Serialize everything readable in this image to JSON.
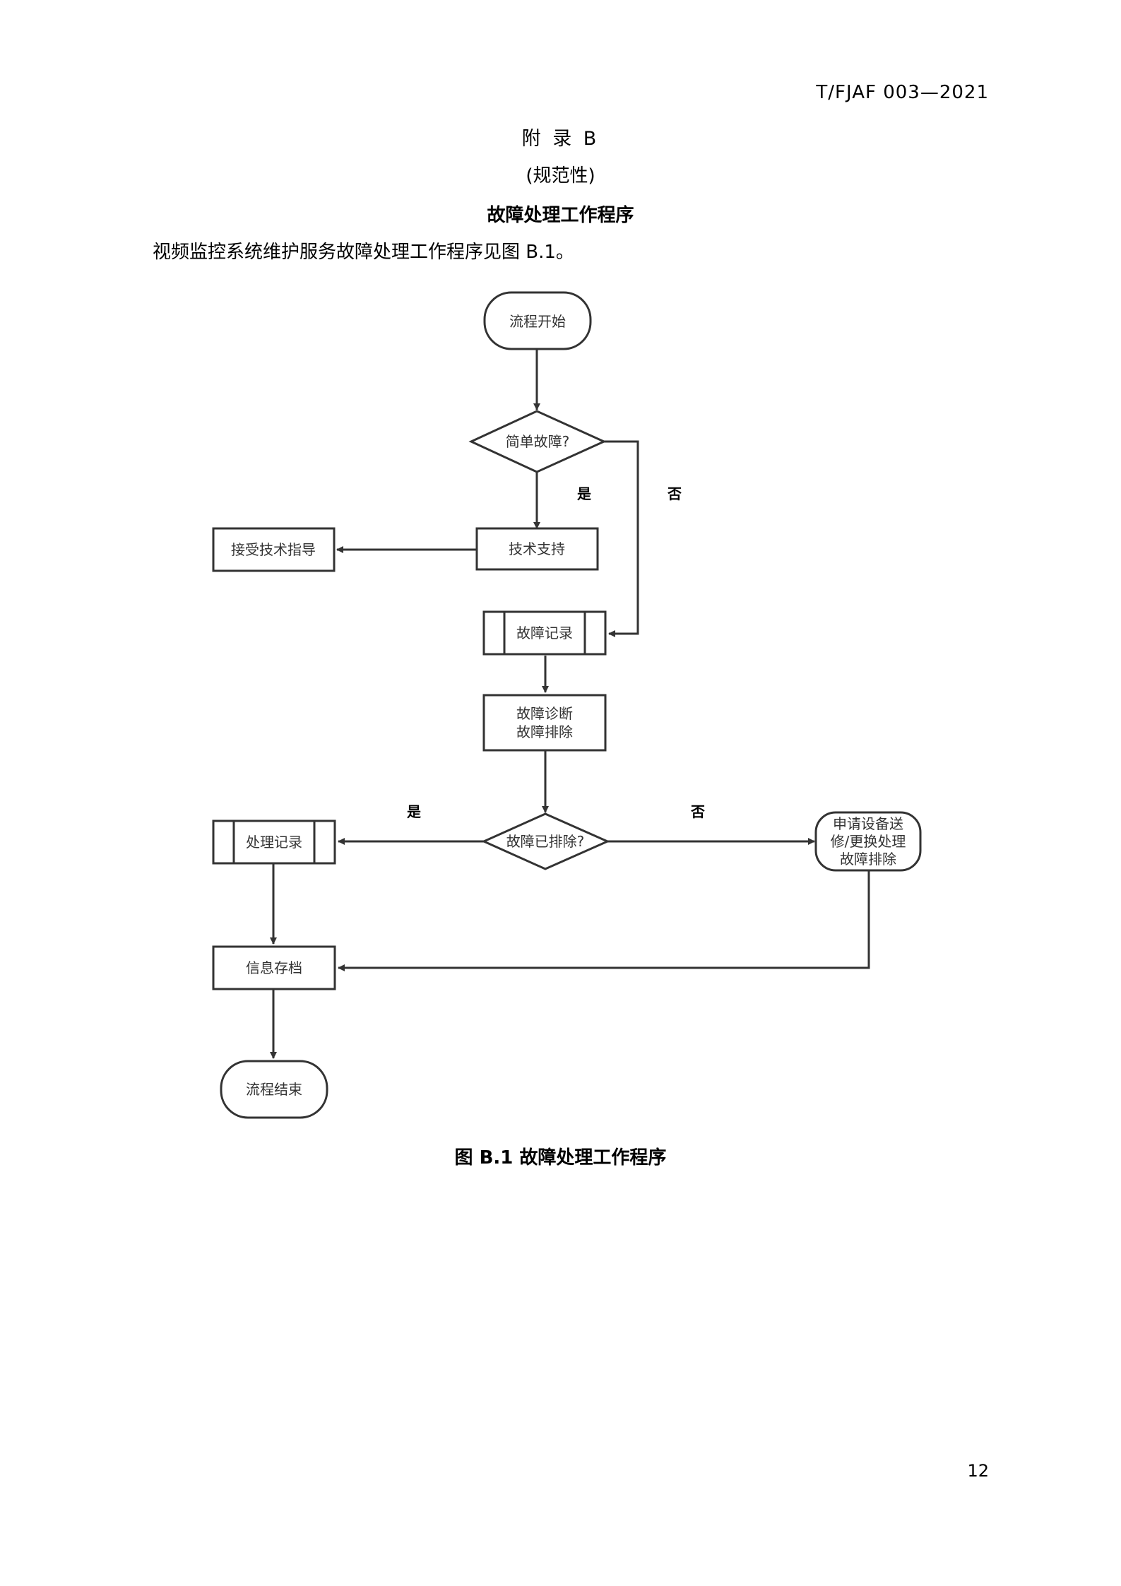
{
  "header": {
    "doc_id": "T/FJAF 003—2021"
  },
  "appendix": {
    "title": "附 录 B",
    "type": "(规范性)",
    "section_title": "故障处理工作程序",
    "intro": "视频监控系统维护服务故障处理工作程序见图 B.1。"
  },
  "flowchart": {
    "nodes": {
      "start": "流程开始",
      "simple_fault": "简单故障?",
      "tech_support": "技术支持",
      "receive_guidance": "接受技术指导",
      "fault_record": "故障记录",
      "diagnose_1": "故障诊断",
      "diagnose_2": "故障排除",
      "fault_cleared": "故障已排除?",
      "process_record": "处理记录",
      "apply_1": "申请设备送",
      "apply_2": "修/更换处理",
      "apply_3": "故障排除",
      "archive": "信息存档",
      "end": "流程结束"
    },
    "labels": {
      "yes_1": "是",
      "no_1": "否",
      "yes_2": "是",
      "no_2": "否"
    },
    "colors": {
      "stroke": "#333333",
      "fill": "#ffffff"
    }
  },
  "figure": {
    "caption": "图 B.1  故障处理工作程序"
  },
  "footer": {
    "page_number": "12"
  }
}
